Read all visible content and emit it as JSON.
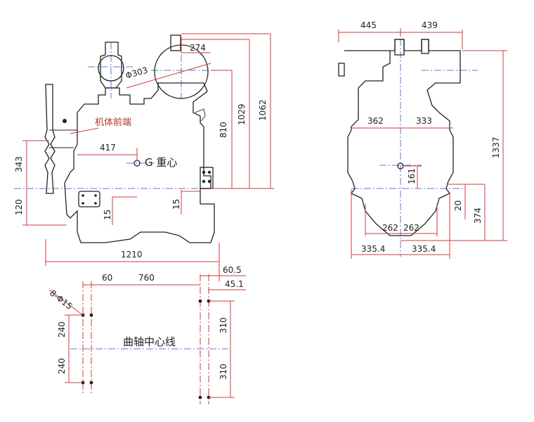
{
  "labels": {
    "front_end": "机体前端",
    "center_of_gravity": "G 重心",
    "crankshaft_centerline": "曲轴中心线",
    "fan_diameter": "Φ303",
    "hole_spec": "8-Φ15"
  },
  "left_view_dims": {
    "d274": "274",
    "d1062": "1062",
    "d1029": "1029",
    "d810": "810",
    "d417": "417",
    "d343": "343",
    "d120": "120",
    "d15a": "15",
    "d15b": "15",
    "d1210": "1210"
  },
  "front_view_dims": {
    "d445": "445",
    "d439": "439",
    "d362": "362",
    "d333": "333",
    "d1337": "1337",
    "d161": "161",
    "d20": "20",
    "d374": "374",
    "d262a": "262",
    "d262b": "262",
    "d335a": "335.4",
    "d335b": "335.4"
  },
  "mount_dims": {
    "d60": "60",
    "d760": "760",
    "d60_5": "60.5",
    "d45_1": "45.1",
    "d240a": "240",
    "d240b": "240",
    "d310a": "310",
    "d310b": "310"
  },
  "colors": {
    "dimension_line": "#d23a3a",
    "center_line": "#5a7bd0",
    "outline": "#222222"
  }
}
